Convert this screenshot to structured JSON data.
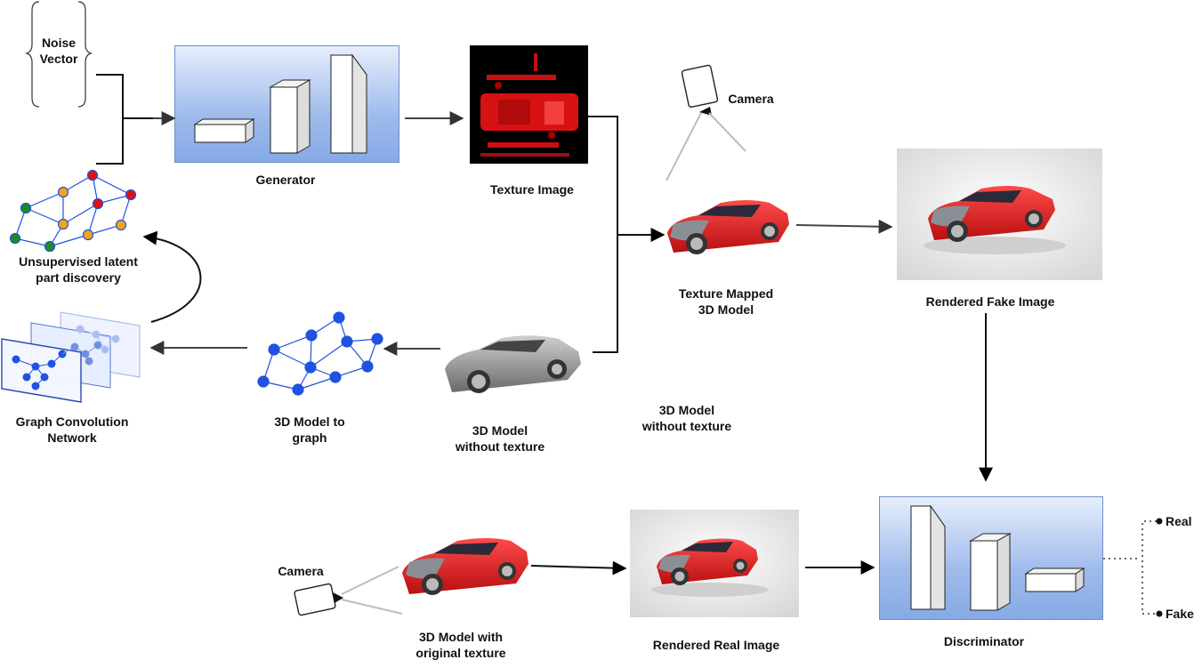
{
  "diagram": {
    "noise_vector": "Noise\nVector",
    "generator": "Generator",
    "texture_image": "Texture Image",
    "camera_top": "Camera",
    "texture_mapped_model": "Texture Mapped\n3D Model",
    "rendered_fake_image": "Rendered Fake Image",
    "unsupervised_discovery": "Unsupervised latent\npart discovery",
    "graph_conv_network": "Graph Convolution\nNetwork",
    "model_to_graph": "3D Model to\ngraph",
    "model_without_texture": "3D Model\nwithout texture",
    "model_without_texture_2": "3D Model\nwithout texture",
    "camera_bottom": "Camera",
    "model_original_texture": "3D Model with\noriginal texture",
    "rendered_real_image": "Rendered Real Image",
    "discriminator": "Discriminator",
    "output_real": "Real",
    "output_fake": "Fake"
  },
  "colors": {
    "network_box_top": "#e6eefc",
    "network_box_bottom": "#86a9e6",
    "car_red": "#e8282a",
    "graph_blue": "#1f52e0",
    "node_red": "#e01010",
    "node_orange": "#f2a516",
    "node_green": "#1f8a1f"
  }
}
